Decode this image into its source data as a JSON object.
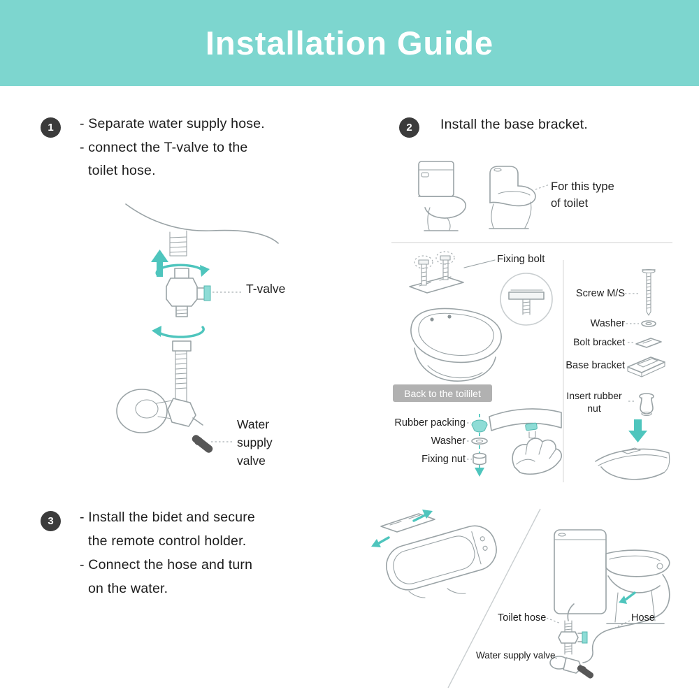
{
  "colors": {
    "header_bg": "#7dd6cf",
    "accent_teal": "#4ec5bd",
    "badge_bg": "#b1b1b1",
    "step_circle": "#3b3b3b",
    "line_art": "#9aa3a6"
  },
  "header": {
    "title": "Installation Guide"
  },
  "step1": {
    "number": "1",
    "lines": [
      "- Separate water supply hose.",
      "- connect the T-valve to the",
      "toilet hose."
    ],
    "t_valve_label": "T-valve",
    "water_valve_lines": [
      "Water",
      "supply",
      "valve"
    ]
  },
  "step2": {
    "number": "2",
    "title": "Install the base bracket.",
    "toilet_type_lines": [
      "For this type",
      "of toilet"
    ],
    "fixing_bolt_label": "Fixing bolt",
    "right_parts": [
      "Screw M/S",
      "Washer",
      "Bolt bracket",
      "Base bracket"
    ],
    "insert_rubber_lines": [
      "Insert rubber",
      "nut"
    ],
    "back_badge": "Back to the toililet",
    "left_parts": [
      "Rubber packing",
      "Washer",
      "Fixing nut"
    ]
  },
  "step3": {
    "number": "3",
    "lines": [
      "- Install the bidet and secure",
      "the remote control holder.",
      "- Connect the hose and turn",
      "on the water."
    ],
    "toilet_hose_label": "Toilet hose",
    "hose_label": "Hose",
    "water_supply_label": "Water supply valve"
  }
}
